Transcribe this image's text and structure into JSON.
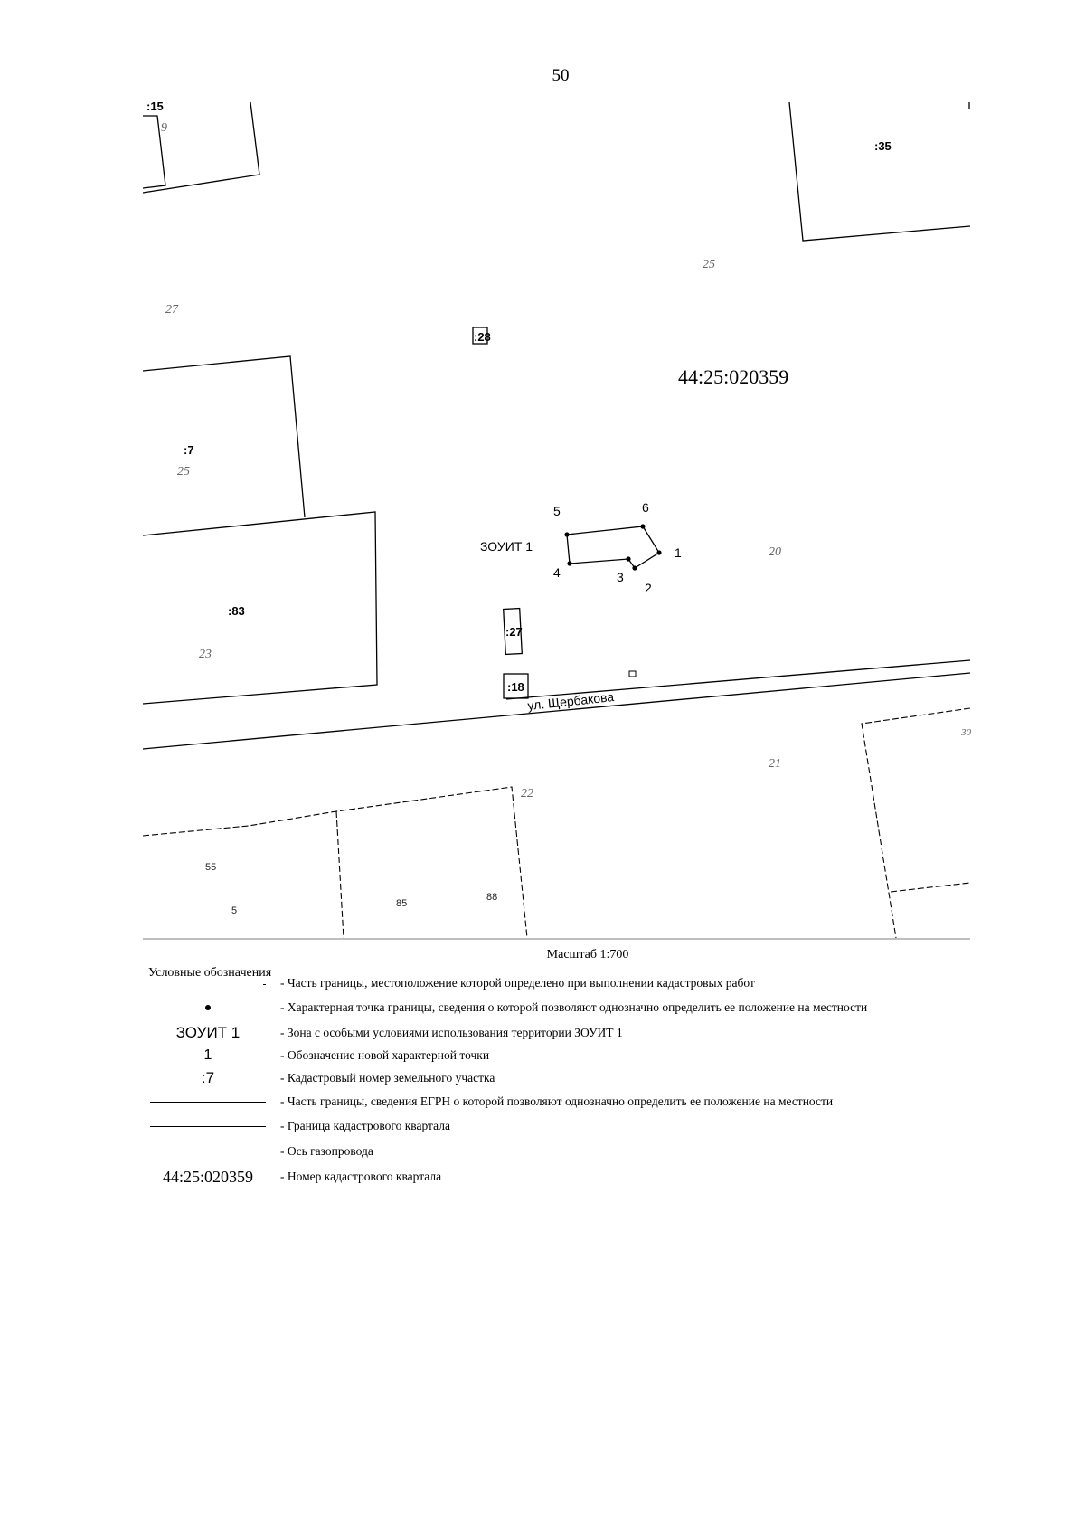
{
  "page_number": "50",
  "map": {
    "quarter_number": "44:25:020359",
    "zone_label": "ЗОУИТ 1",
    "street_label": "ул. Щербакова",
    "scale_label": "Масштаб 1:700",
    "parcel_labels": [
      ":15",
      ":35",
      ":7",
      ":83",
      ":28",
      ":27",
      ":18"
    ],
    "point_labels": [
      "1",
      "2",
      "3",
      "4",
      "5",
      "6"
    ],
    "address_numbers": [
      "9",
      "27",
      "25",
      "25",
      "20",
      "23",
      "30",
      "21",
      "22",
      "55",
      "5",
      "85",
      "88"
    ]
  },
  "legend": {
    "title": "Условные обозначения",
    "items": [
      {
        "symbol": "",
        "text": "- Часть границы, местоположение которой определено при выполнении кадастровых работ"
      },
      {
        "symbol": "",
        "text": "- Характерная точка границы, сведения о которой позволяют однозначно определить ее положение на местности"
      },
      {
        "symbol": "ЗОУИТ 1",
        "text": "- Зона с особыми условиями использования территории ЗОУИТ 1"
      },
      {
        "symbol": "1",
        "text": "- Обозначение новой характерной точки"
      },
      {
        "symbol": ":7",
        "text": "- Кадастровый номер земельного участка"
      },
      {
        "symbol": "",
        "text": "- Часть границы, сведения ЕГРН о которой позволяют однозначно определить ее положение на местности"
      },
      {
        "symbol": "",
        "text": "- Граница кадастрового квартала"
      },
      {
        "symbol": "",
        "text": "- Ось газопровода"
      },
      {
        "symbol": "44:25:020359",
        "text": "- Номер кадастрового квартала"
      }
    ]
  }
}
